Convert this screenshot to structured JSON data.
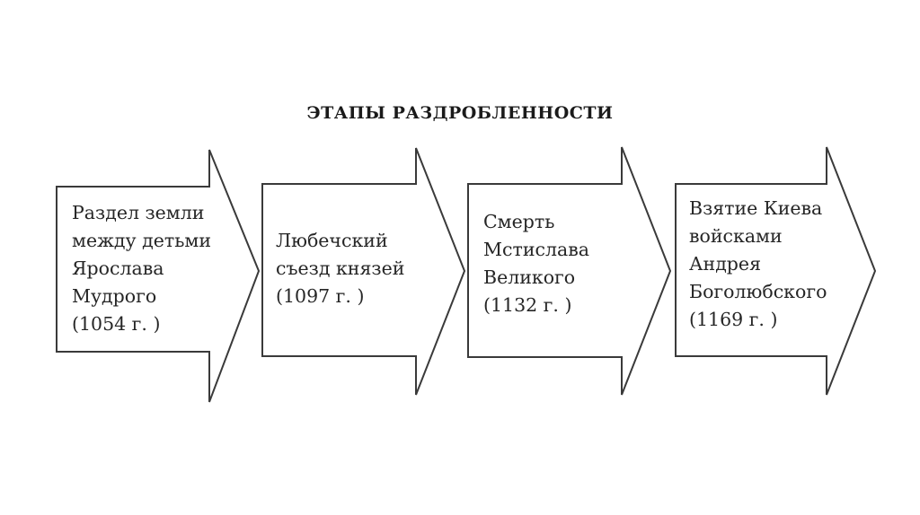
{
  "title": "ЭТАПЫ РАЗДРОБЛЕННОСТИ",
  "colors": {
    "stroke": "#3a3a3a",
    "text": "#262626",
    "background": "#ffffff"
  },
  "stages": [
    {
      "lines": [
        "Раздел земли",
        "между детьми",
        "Ярослава",
        "Мудрого",
        "(1054 г. )"
      ],
      "year": "1054 г."
    },
    {
      "lines": [
        "Любечский",
        "съезд князей",
        "(1097 г. )"
      ],
      "year": "1097 г."
    },
    {
      "lines": [
        "Смерть",
        "Мстислава",
        "Великого",
        "(1132 г. )"
      ],
      "year": "1132 г."
    },
    {
      "lines": [
        "Взятие Киева",
        "войсками",
        "Андрея",
        "Боголюбского",
        "(1169 г. )"
      ],
      "year": "1169 г."
    }
  ]
}
